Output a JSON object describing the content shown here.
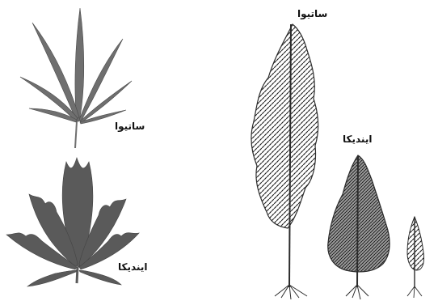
{
  "labels": {
    "leaf_sativa": "ساتیوا",
    "leaf_indica": "ایندیکا",
    "plant_sativa": "ساتیوا",
    "plant_indica": "ایندیکا"
  },
  "colors": {
    "leaf_sativa": "#6f6f6f",
    "leaf_indica": "#5a5a5a",
    "plant_ink": "#2b2b2b",
    "background": "#ffffff"
  }
}
